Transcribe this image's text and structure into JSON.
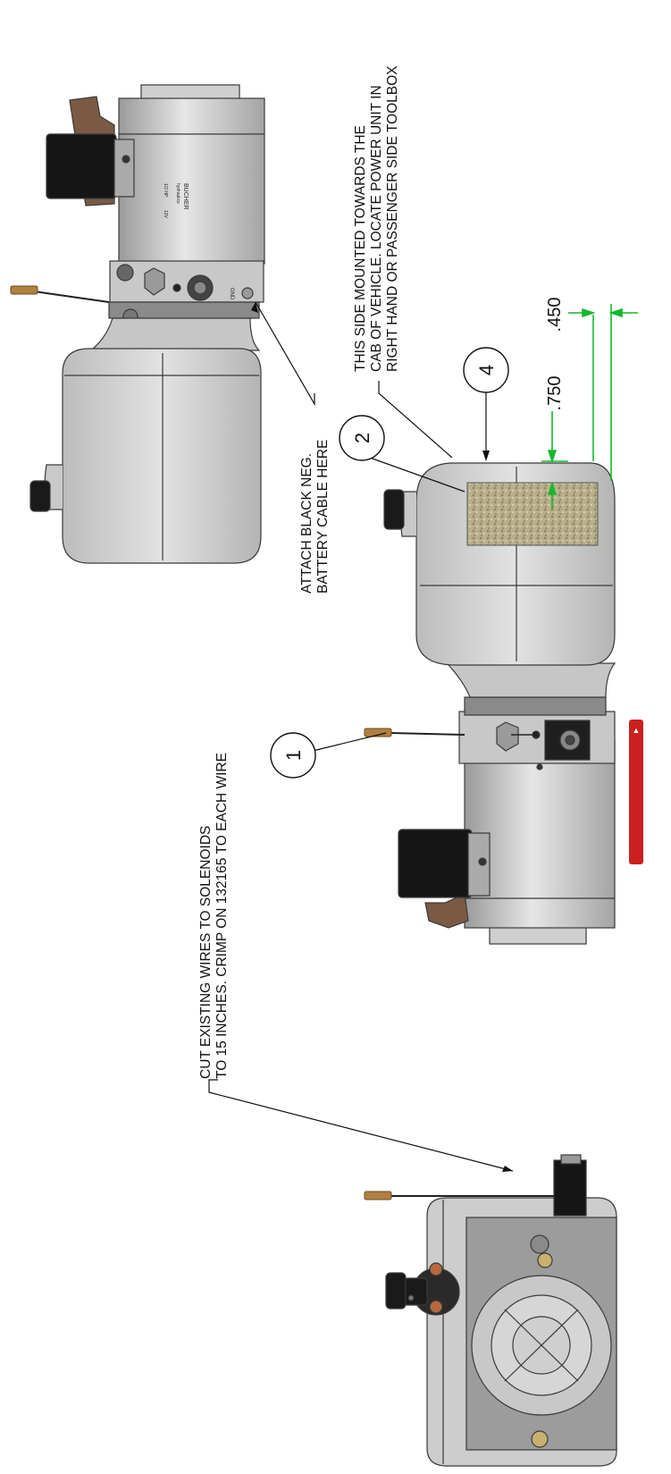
{
  "notes": {
    "cut_wires_line1": "CUT EXISTING WIRES TO SOLENOIDS",
    "cut_wires_line2": "TO 15 INCHES. CRIMP ON 132165 TO EACH WIRE",
    "battery_line1": "ATTACH BLACK NEG.",
    "battery_line2": "BATTERY CABLE HERE",
    "mount_line1": "THIS SIDE MOUNTED TOWARDS THE",
    "mount_line2": "CAB OF VEHICLE. LOCATE POWER UNIT IN",
    "mount_line3": "RIGHT HAND OR PASSENGER SIDE TOOLBOX"
  },
  "balloons": [
    "1",
    "2",
    "4"
  ],
  "dimensions": {
    "dim_a": ".750",
    "dim_b": ".450"
  },
  "motor_label": {
    "line1": "BUCHER",
    "line2": "hydraulics",
    "line3": "1/2 HP",
    "line4": "12V"
  },
  "colors": {
    "line": "#111111",
    "dimension": "#16b82d",
    "tank": "#d0d0d0",
    "motor": "#bfbfbf",
    "solenoid": "#151515",
    "decal": "#b8b08c",
    "warning_sticker": "#cc1f1f",
    "bracket": "#7a5a45",
    "connector": "#b08040"
  }
}
